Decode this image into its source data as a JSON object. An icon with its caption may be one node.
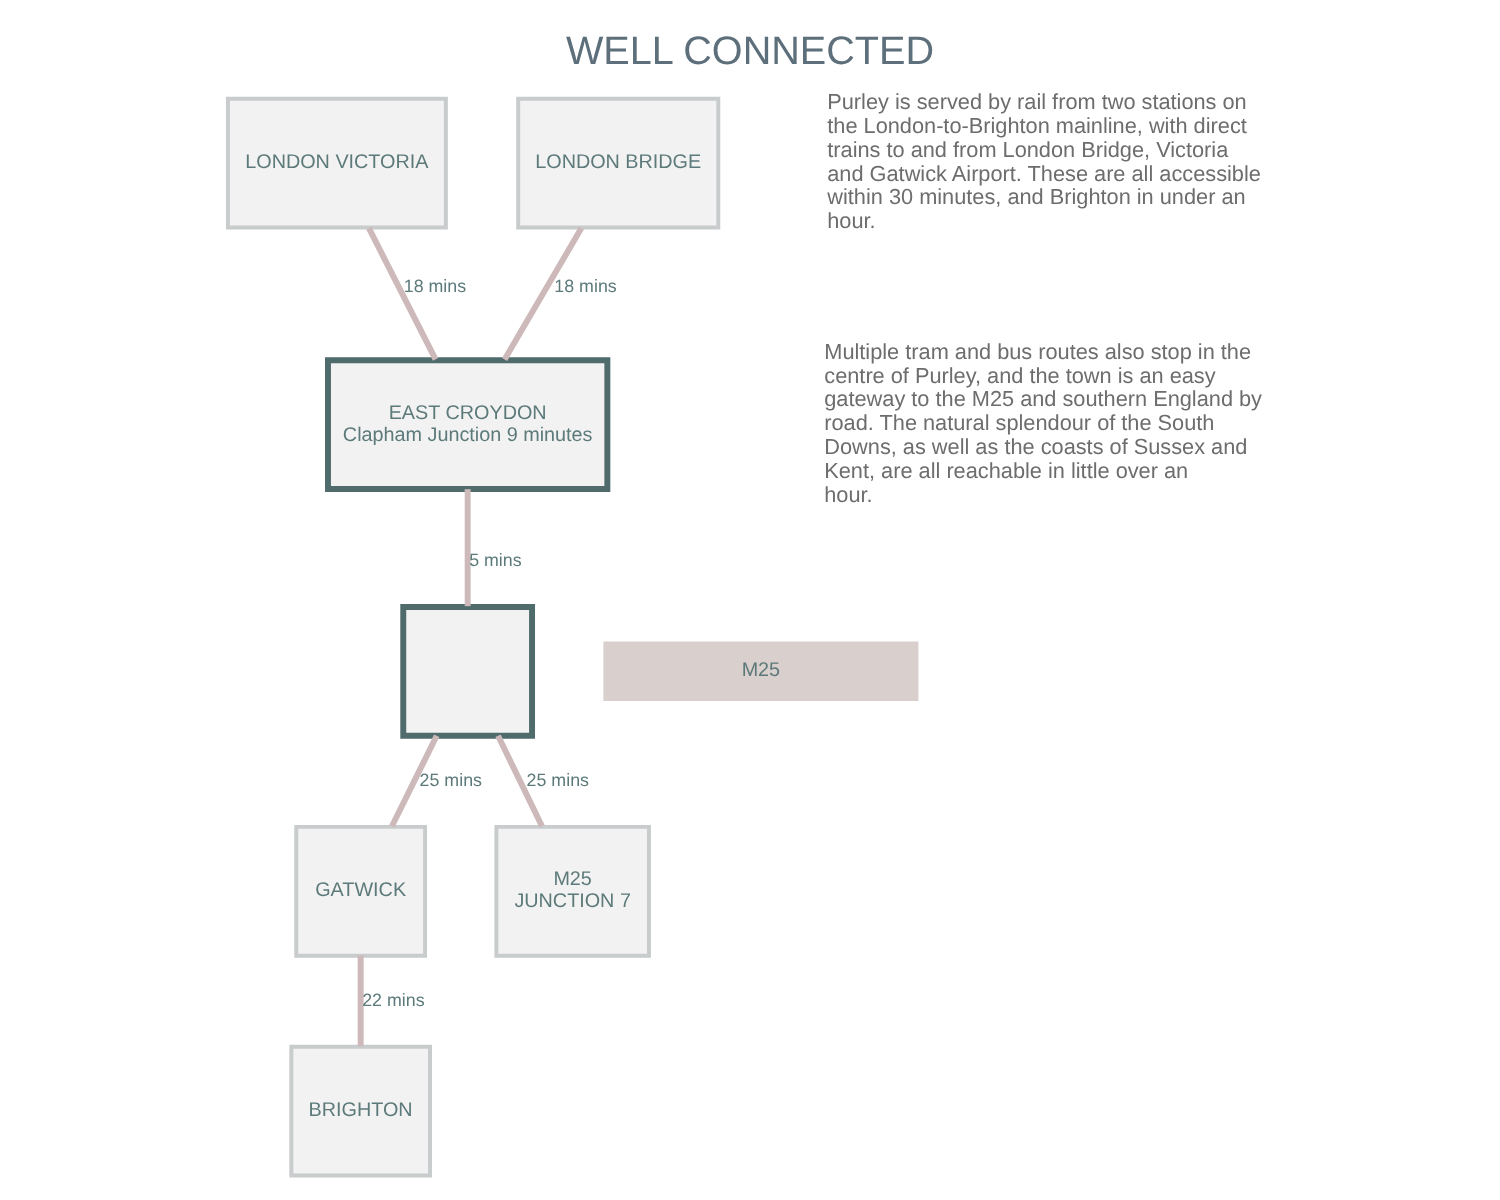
{
  "diagram": {
    "title": "WELL CONNECTED",
    "nodes": [
      {
        "text": [
          "LONDON VICTORIA"
        ]
      },
      {
        "text": [
          "LONDON BRIDGE"
        ]
      },
      {
        "text": [
          "EAST CROYDON",
          "Clapham Junction 9 minutes"
        ]
      },
      {
        "text": [],
        "shape": "box"
      },
      {
        "text": [
          "M25",
          "JUNCTION 7"
        ]
      },
      {
        "text": [
          "M25"
        ]
      },
      {
        "text": [
          "GATWICK"
        ]
      },
      {
        "text": [
          "BRIGHTON"
        ]
      }
    ],
    "edges": [
      {
        "from": 0,
        "to": 2,
        "arrow": "none",
        "label": "18 mins"
      },
      {
        "from": 1,
        "to": 2,
        "arrow": "none",
        "label": "18 mins"
      },
      {
        "from": 2,
        "to": 3,
        "arrow": "none",
        "label": "5 mins"
      },
      {
        "from": 4,
        "to": 3,
        "arrow": "none",
        "label": "25 mins"
      },
      {
        "from": 3,
        "to": 6,
        "arrow": "none",
        "label": "25 mins"
      },
      {
        "from": 6,
        "to": 7,
        "arrow": "none",
        "label": "22 mins"
      }
    ],
    "labels": [
      "Purley is served by rail from two stations on the London-to-Brighton mainline, with direct trains to and from London Bridge, Victoria and Gatwick Airport. These are all accessible within 30 minutes, and Brighton in under an hour.",
      "Multiple tram and bus routes also stop in the centre of Purley, and the town is an easy gateway to the M25 and southern England by road. The natural splendour of the South Downs, as well as the coasts of Sussex and Kent, are all reachable in little over an hour."
    ]
  }
}
